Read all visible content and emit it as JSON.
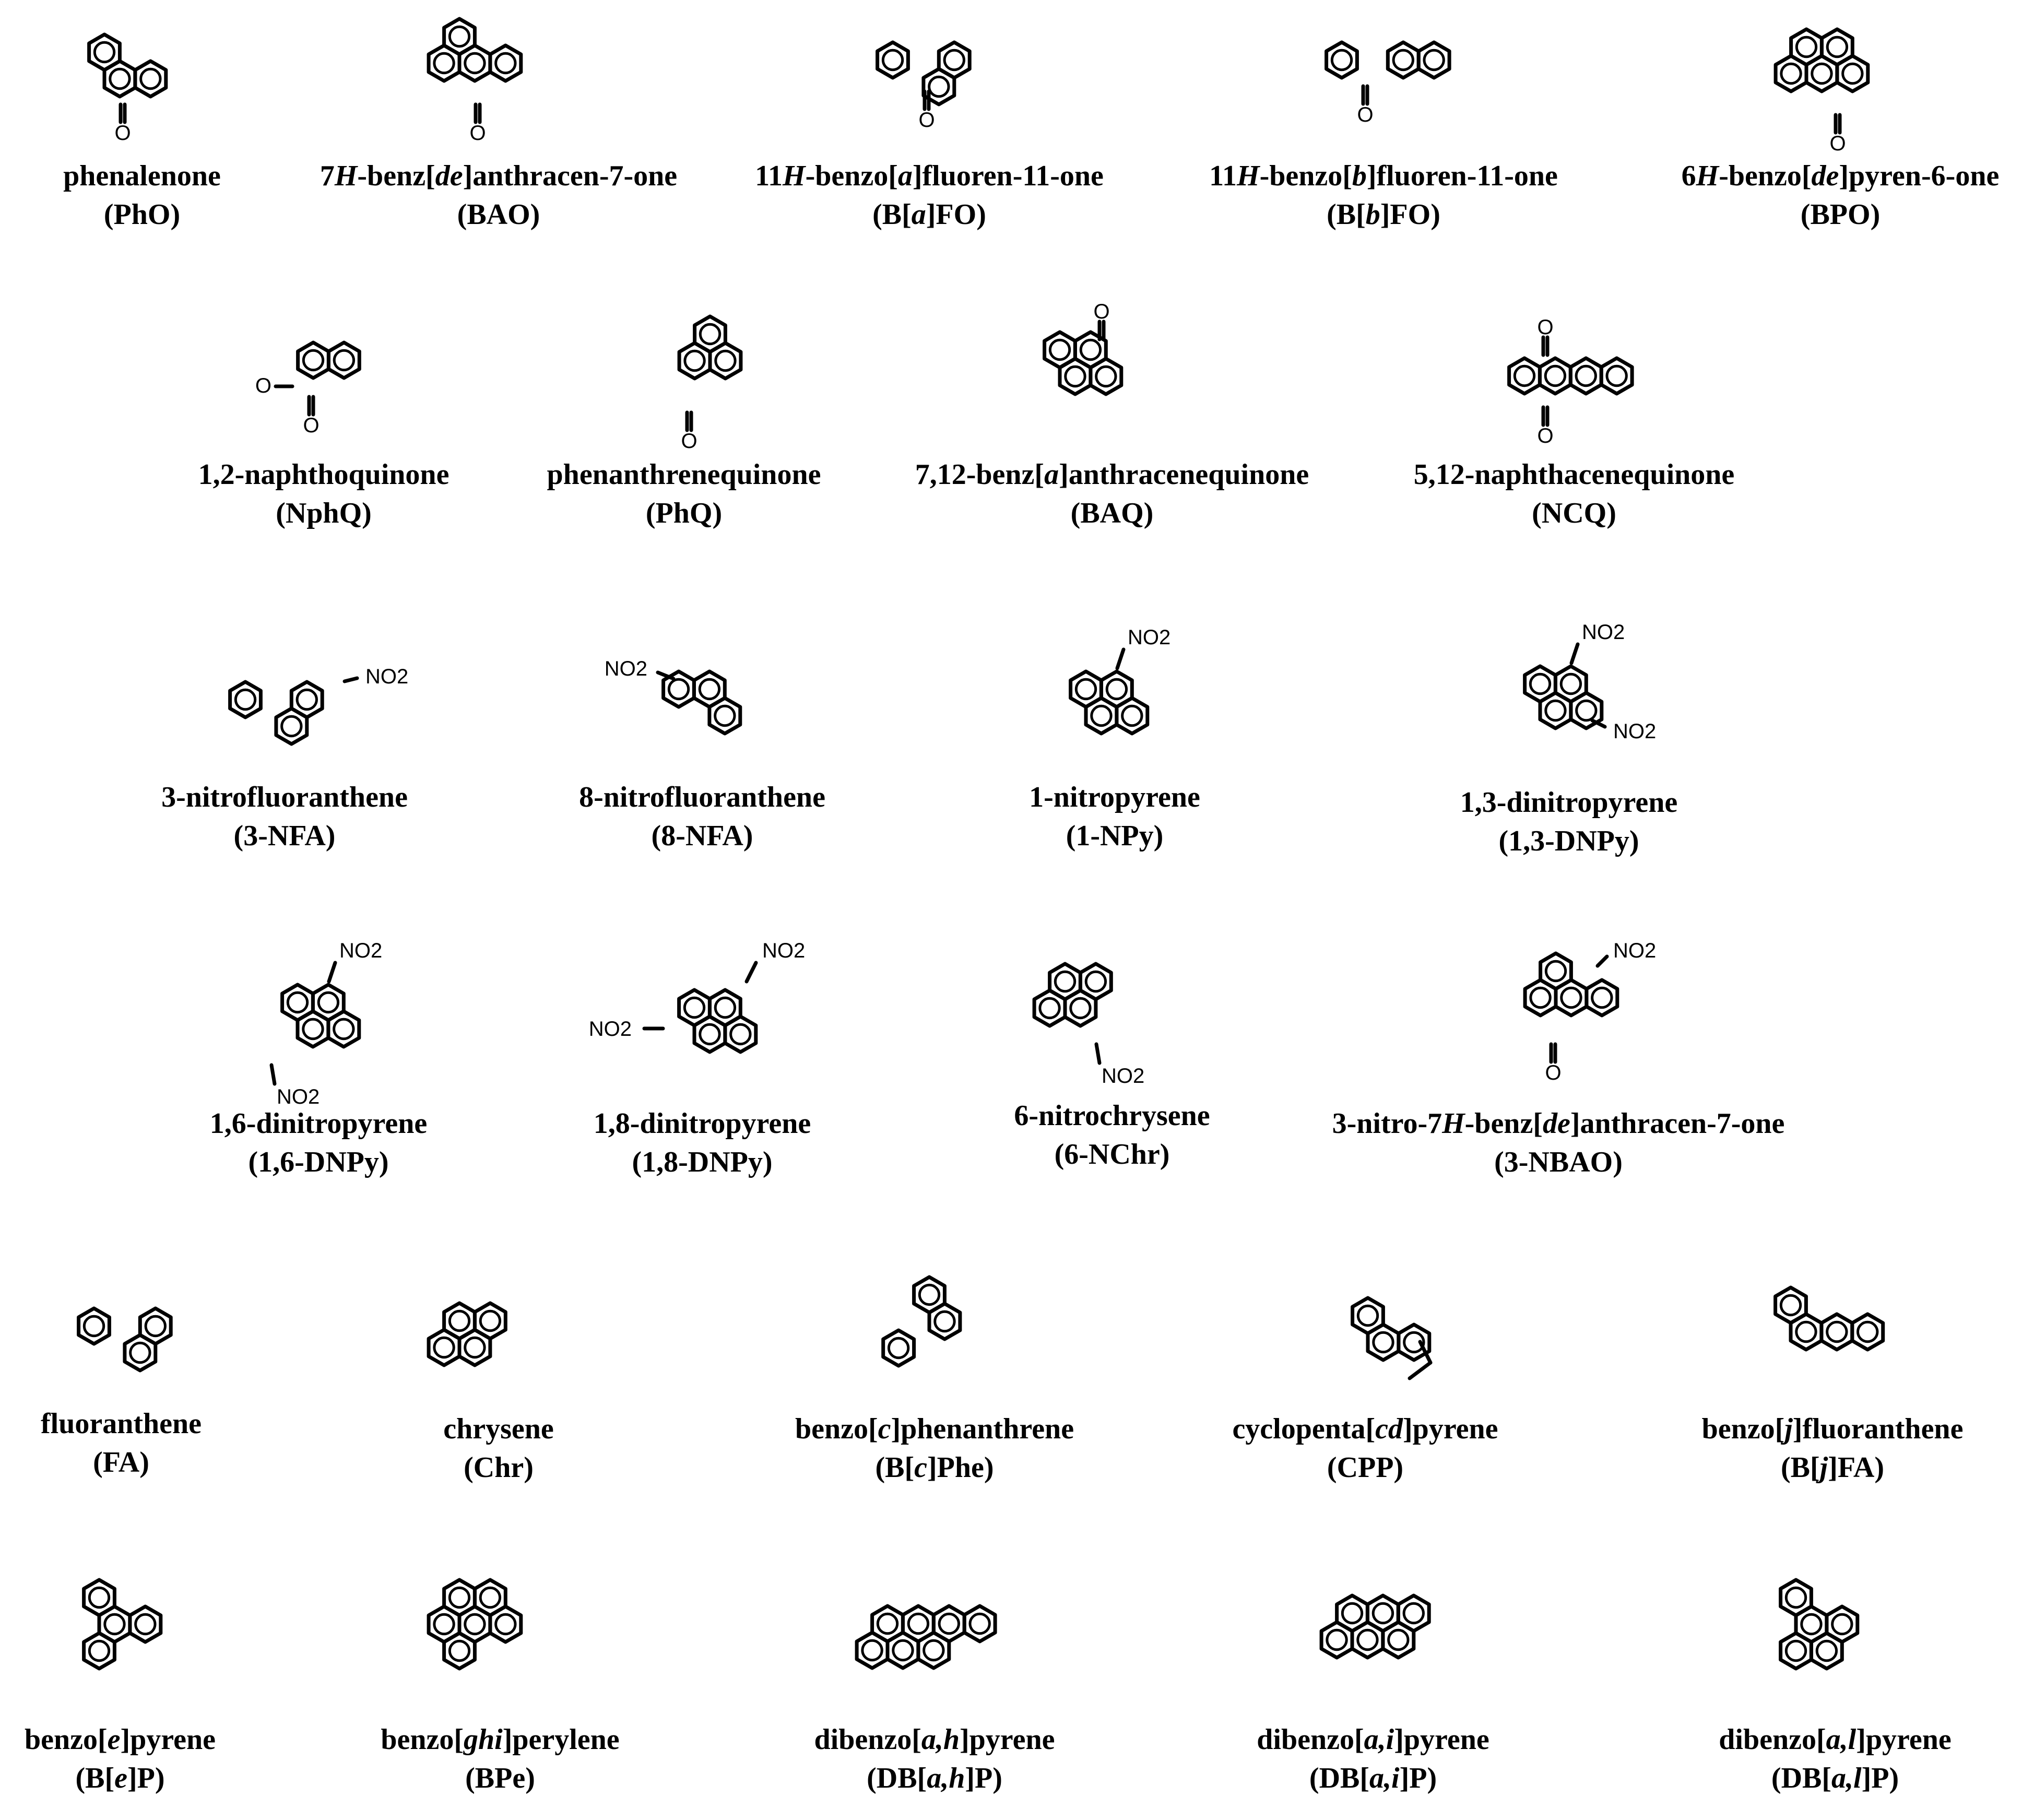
{
  "figure": "PAH / oxy-PAH / nitro-PAH structure panel",
  "substituent_labels": {
    "nitro": "NO2",
    "oxo": "O"
  },
  "compounds": [
    {
      "name": [
        "phenalenone"
      ],
      "abbr": [
        "PhO"
      ]
    },
    {
      "name": [
        "7",
        "H",
        "-benz[",
        "de",
        "]anthracen-7-one"
      ],
      "abbr": [
        "BAO"
      ]
    },
    {
      "name": [
        "11",
        "H",
        "-benzo[",
        "a",
        "]fluoren-11-one"
      ],
      "abbr": [
        "B[",
        "a",
        "]FO"
      ]
    },
    {
      "name": [
        "11",
        "H",
        "-benzo[",
        "b",
        "]fluoren-11-one"
      ],
      "abbr": [
        "B[",
        "b",
        "]FO"
      ]
    },
    {
      "name": [
        "6",
        "H",
        "-benzo[",
        "de",
        "]pyren-6-one"
      ],
      "abbr": [
        "BPO"
      ]
    },
    {
      "name": [
        "1,2-naphthoquinone"
      ],
      "abbr": [
        "NphQ"
      ]
    },
    {
      "name": [
        "phenanthrenequinone"
      ],
      "abbr": [
        "PhQ"
      ]
    },
    {
      "name": [
        "7,12-benz[",
        "a",
        "]anthracenequinone"
      ],
      "abbr": [
        "BAQ"
      ]
    },
    {
      "name": [
        "5,12-naphthacenequinone"
      ],
      "abbr": [
        "NCQ"
      ]
    },
    {
      "name": [
        "3-nitrofluoranthene"
      ],
      "abbr": [
        "3-NFA"
      ]
    },
    {
      "name": [
        "8-nitrofluoranthene"
      ],
      "abbr": [
        "8-NFA"
      ]
    },
    {
      "name": [
        "1-nitropyrene"
      ],
      "abbr": [
        "1-NPy"
      ]
    },
    {
      "name": [
        "1,3-dinitropyrene"
      ],
      "abbr": [
        "1,3-DNPy"
      ]
    },
    {
      "name": [
        "1,6-dinitropyrene"
      ],
      "abbr": [
        "1,6-DNPy"
      ]
    },
    {
      "name": [
        "1,8-dinitropyrene"
      ],
      "abbr": [
        "1,8-DNPy"
      ]
    },
    {
      "name": [
        "6-nitrochrysene"
      ],
      "abbr": [
        "6-NChr"
      ]
    },
    {
      "name": [
        "3-nitro-7",
        "H",
        "-benz[",
        "de",
        "]anthracen-7-one"
      ],
      "abbr": [
        "3-NBAO"
      ]
    },
    {
      "name": [
        "fluoranthene"
      ],
      "abbr": [
        "FA"
      ]
    },
    {
      "name": [
        "chrysene"
      ],
      "abbr": [
        "Chr"
      ]
    },
    {
      "name": [
        "benzo[",
        "c",
        "]phenanthrene"
      ],
      "abbr": [
        "B[",
        "c",
        "]Phe"
      ]
    },
    {
      "name": [
        "cyclopenta[",
        "cd",
        "]pyrene"
      ],
      "abbr": [
        "CPP"
      ]
    },
    {
      "name": [
        "benzo[",
        "j",
        "]fluoranthene"
      ],
      "abbr": [
        "B[",
        "j",
        "]FA"
      ]
    },
    {
      "name": [
        "benzo[",
        "e",
        "]pyrene"
      ],
      "abbr": [
        "B[",
        "e",
        "]P"
      ]
    },
    {
      "name": [
        "benzo[",
        "ghi",
        "]perylene"
      ],
      "abbr": [
        "BPe"
      ]
    },
    {
      "name": [
        "dibenzo[",
        "a,h",
        "]pyrene"
      ],
      "abbr": [
        "DB[",
        "a,h",
        "]P"
      ]
    },
    {
      "name": [
        "dibenzo[",
        "a,i",
        "]pyrene"
      ],
      "abbr": [
        "DB[",
        "a,i",
        "]P"
      ]
    },
    {
      "name": [
        "dibenzo[",
        "a,l",
        "]pyrene"
      ],
      "abbr": [
        "DB[",
        "a,l",
        "]P"
      ]
    }
  ]
}
